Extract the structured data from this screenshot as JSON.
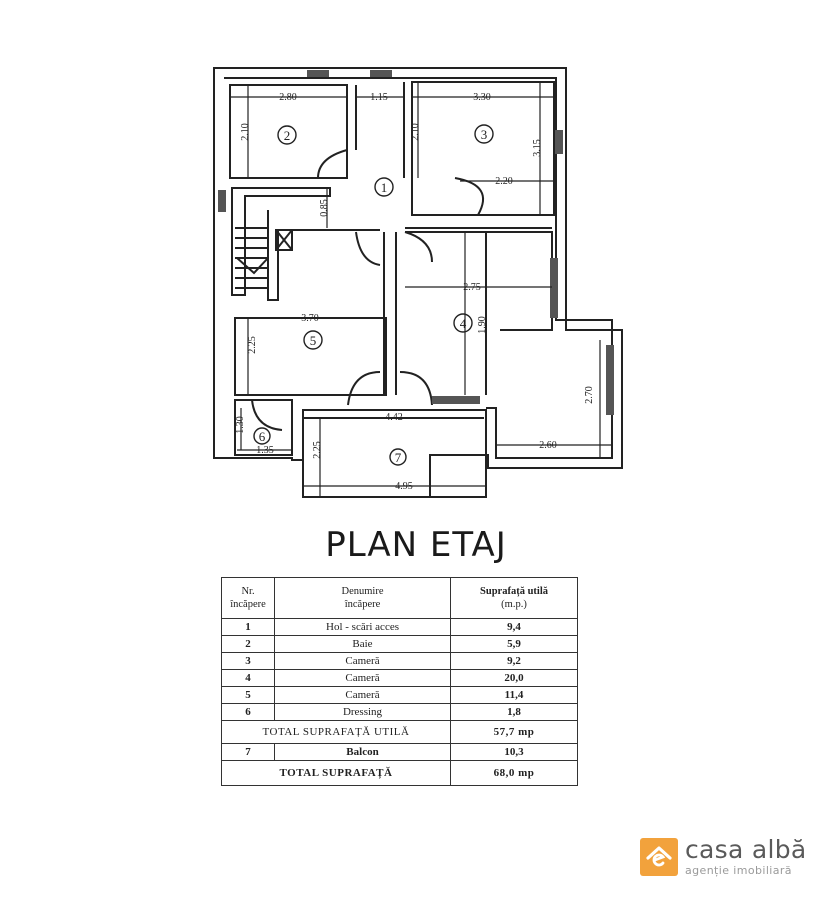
{
  "plan": {
    "title": "PLAN ETAJ",
    "rooms": [
      {
        "number": "1",
        "label": "①"
      },
      {
        "number": "2",
        "label": "②"
      },
      {
        "number": "3",
        "label": "③"
      },
      {
        "number": "4",
        "label": "④"
      },
      {
        "number": "5",
        "label": "⑤"
      },
      {
        "number": "6",
        "label": "⑥"
      },
      {
        "number": "7",
        "label": "⑦"
      }
    ],
    "dimensions": {
      "room2_width": "2.80",
      "room2_height": "2.10",
      "hall_width": "1.15",
      "room3_width": "3.30",
      "room3_height": "2.10",
      "room3_right": "3.15",
      "hall_lower": "2.20",
      "stair_gap": "0.85",
      "room5_width": "3.70",
      "room5_height": "2.25",
      "room4_width": "2.75",
      "room4_height": "1.90",
      "room4_ext_height": "2.70",
      "room4_ext_width": "2.60",
      "balcony_inner_width": "4.42",
      "balcony_height": "2.25",
      "balcony_outer_width": "4.95",
      "dressing_height": "1.30",
      "dressing_width": "1.35"
    }
  },
  "table": {
    "headers": {
      "nr": [
        "Nr.",
        "încăpere"
      ],
      "denumire": [
        "Denumire",
        "încăpere"
      ],
      "suprafata": [
        "Suprafață utilă",
        "(m.p.)"
      ]
    },
    "rows": [
      {
        "nr": "1",
        "denumire": "Hol - scări acces",
        "suprafata": "9,4"
      },
      {
        "nr": "2",
        "denumire": "Baie",
        "suprafata": "5,9"
      },
      {
        "nr": "3",
        "denumire": "Cameră",
        "suprafata": "9,2"
      },
      {
        "nr": "4",
        "denumire": "Cameră",
        "suprafata": "20,0"
      },
      {
        "nr": "5",
        "denumire": "Cameră",
        "suprafata": "11,4"
      },
      {
        "nr": "6",
        "denumire": "Dressing",
        "suprafata": "1,8"
      }
    ],
    "total_util": {
      "label": "TOTAL SUPRAFAȚĂ UTILĂ",
      "value": "57,7 mp"
    },
    "balcony": {
      "nr": "7",
      "denumire": "Balcon",
      "suprafata": "10,3"
    },
    "total": {
      "label": "TOTAL SUPRAFAȚĂ",
      "value": "68,0 mp"
    }
  },
  "logo": {
    "name": "casa albă",
    "subtitle": "agenție imobiliară",
    "icon": "house-icon",
    "color": "#f2a23c"
  }
}
